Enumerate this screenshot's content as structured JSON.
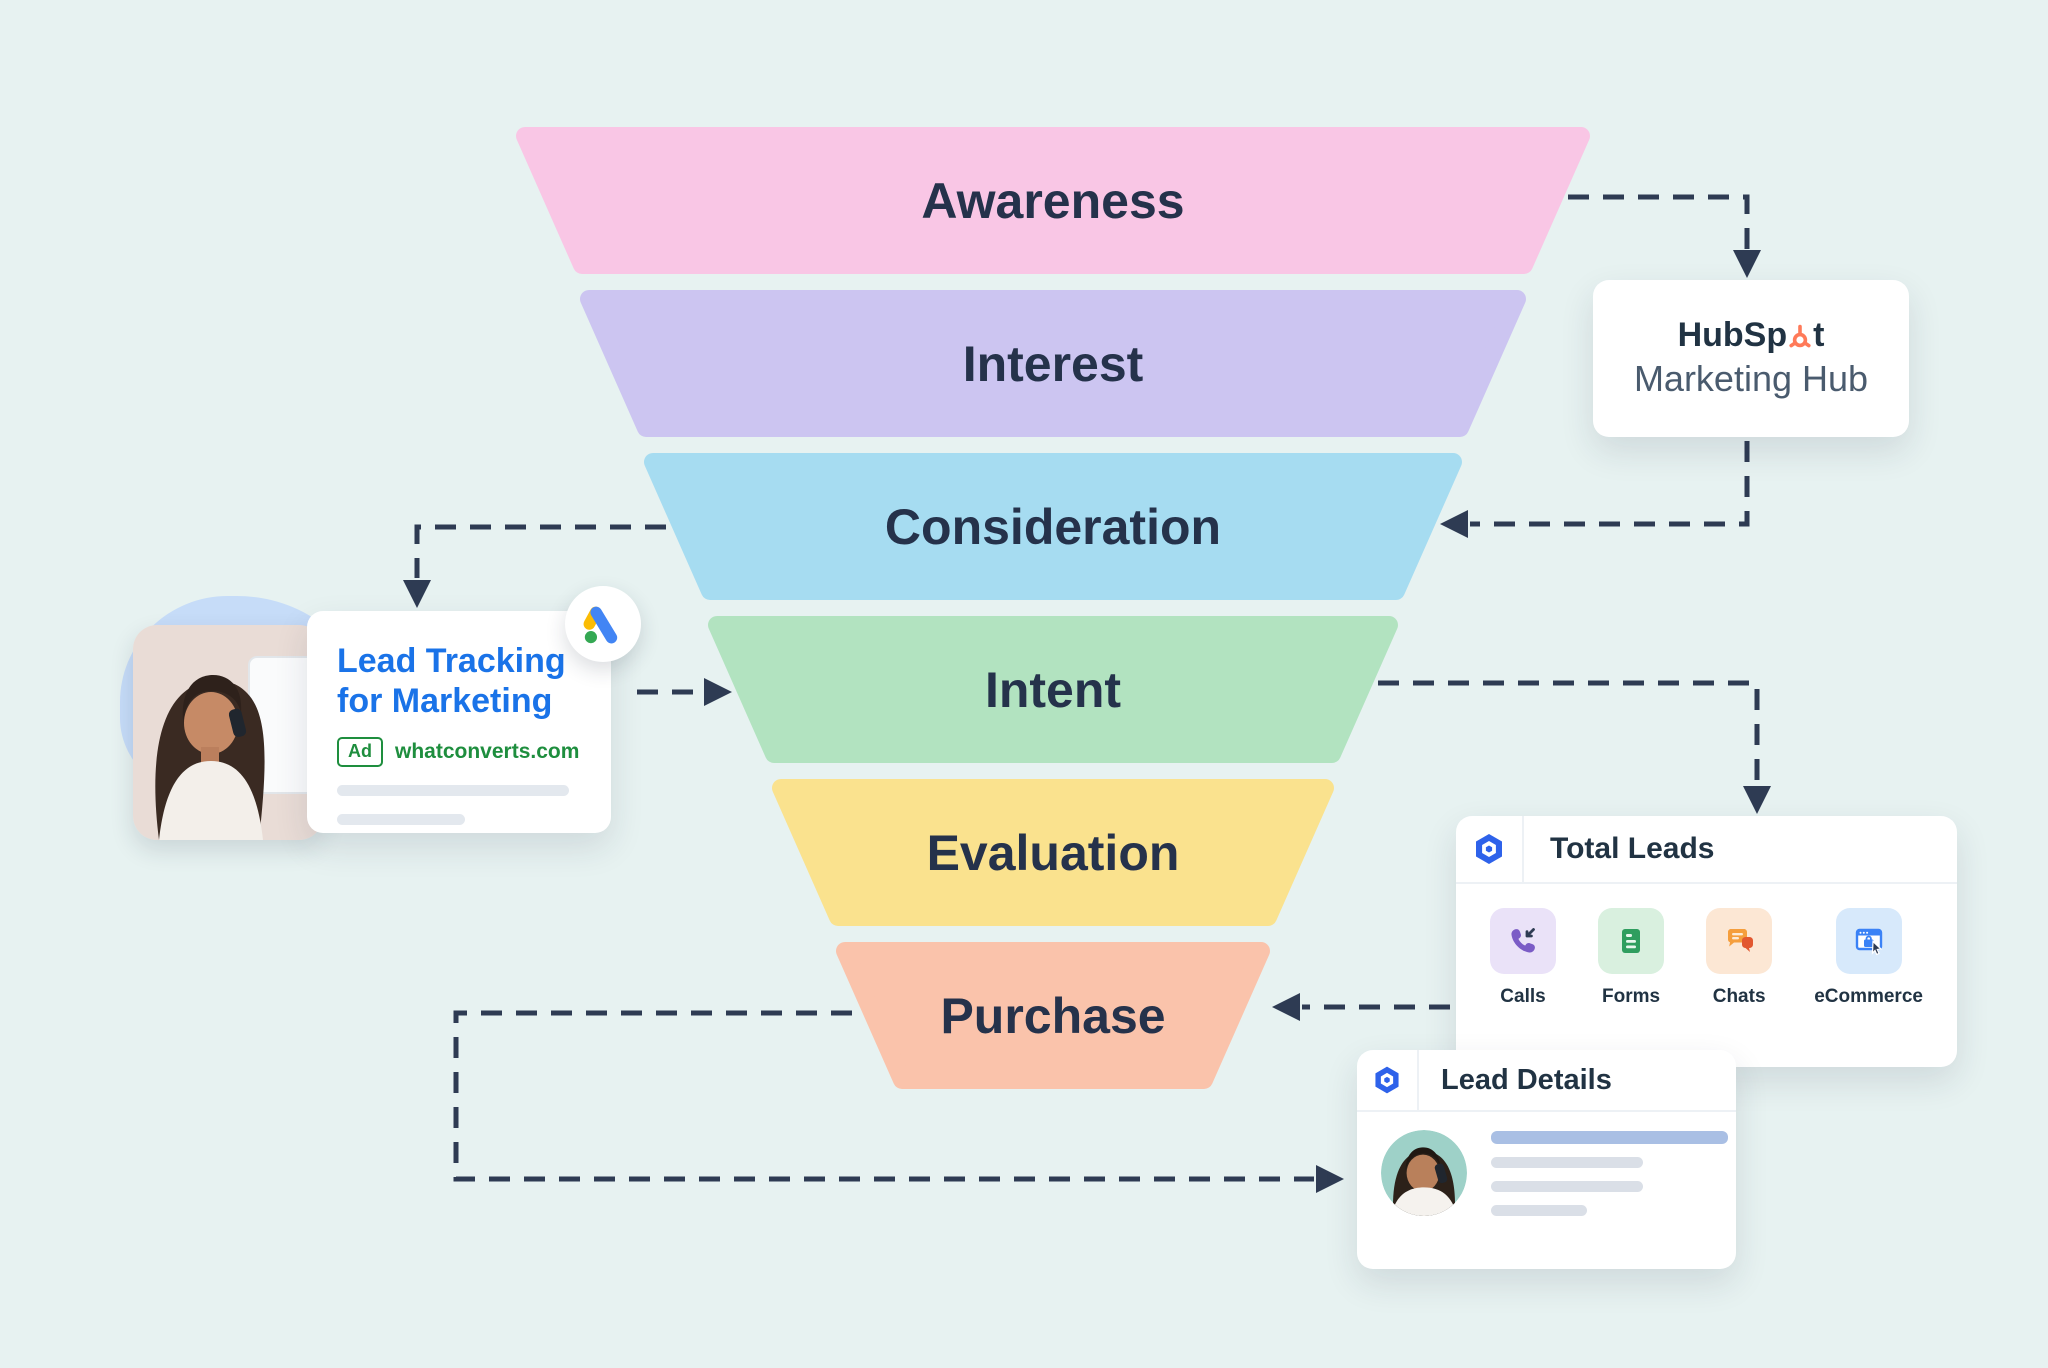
{
  "palette": {
    "background": "#E7F2F1",
    "arrow": "#2E3B53",
    "stage_label": "#25324B",
    "hubspot_orange": "#FF7A59",
    "google_blue": "#1A73E8",
    "google_yellow": "#FBBC04",
    "google_green": "#34A853",
    "ad_green": "#1E8E3E",
    "whatconverts_blue": "#2E62EA"
  },
  "funnel": {
    "stages": [
      {
        "label": "Awareness",
        "color": "#F9C6E5"
      },
      {
        "label": "Interest",
        "color": "#CCC5F1"
      },
      {
        "label": "Consideration",
        "color": "#A6DCF1"
      },
      {
        "label": "Intent",
        "color": "#B2E3C0"
      },
      {
        "label": "Evaluation",
        "color": "#FAE28E"
      },
      {
        "label": "Purchase",
        "color": "#FAC3AB"
      }
    ]
  },
  "hubspot_card": {
    "brand_pre": "HubSp",
    "brand_post": "t",
    "brand_full": "HubSpot",
    "product": "Marketing Hub"
  },
  "ad_card": {
    "title_line1": "Lead Tracking",
    "title_line2": "for Marketing",
    "badge": "Ad",
    "url": "whatconverts.com"
  },
  "total_leads_card": {
    "title": "Total Leads",
    "items": [
      {
        "label": "Calls"
      },
      {
        "label": "Forms"
      },
      {
        "label": "Chats"
      },
      {
        "label": "eCommerce"
      }
    ]
  },
  "lead_details_card": {
    "title": "Lead Details"
  }
}
